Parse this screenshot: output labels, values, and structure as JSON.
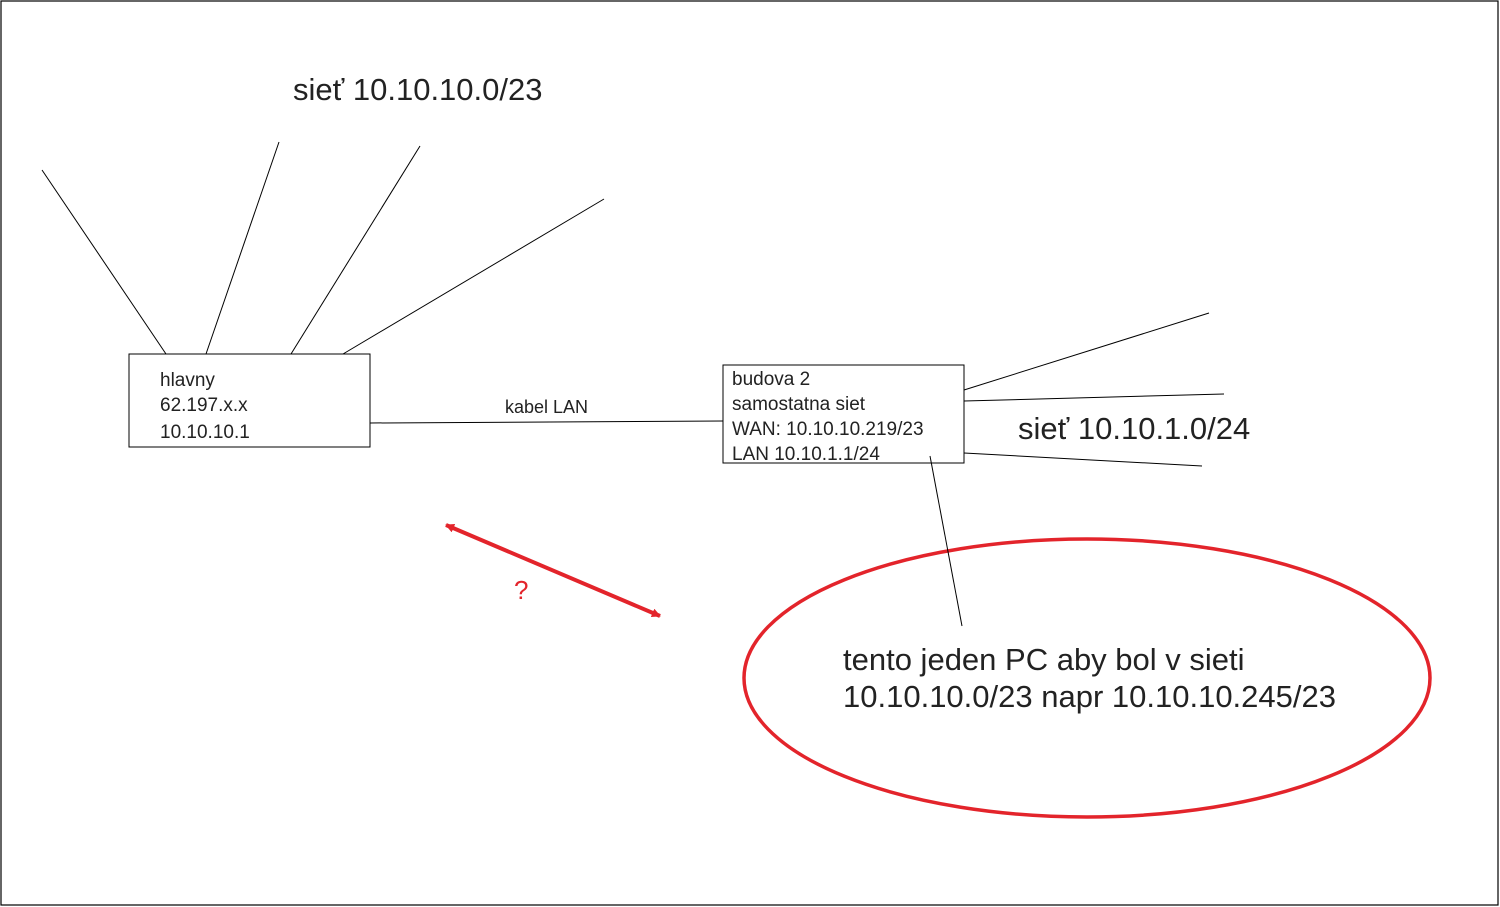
{
  "network_left": {
    "label": "sieť 10.10.10.0/23"
  },
  "router_main": {
    "lines": [
      "hlavny",
      "62.197.x.x",
      "10.10.10.1"
    ]
  },
  "link": {
    "label": "kabel LAN"
  },
  "router_building2": {
    "lines": [
      "budova 2",
      "samostatna siet",
      "WAN: 10.10.10.219/23",
      "LAN 10.10.1.1/24"
    ]
  },
  "network_right": {
    "label": "sieť 10.10.1.0/24"
  },
  "question": {
    "label": "?"
  },
  "note": {
    "lines": [
      "tento jeden PC aby bol v sieti",
      "10.10.10.0/23 napr 10.10.10.245/23"
    ]
  },
  "colors": {
    "accent": "#e3242b",
    "line": "#000000",
    "text": "#222222"
  }
}
